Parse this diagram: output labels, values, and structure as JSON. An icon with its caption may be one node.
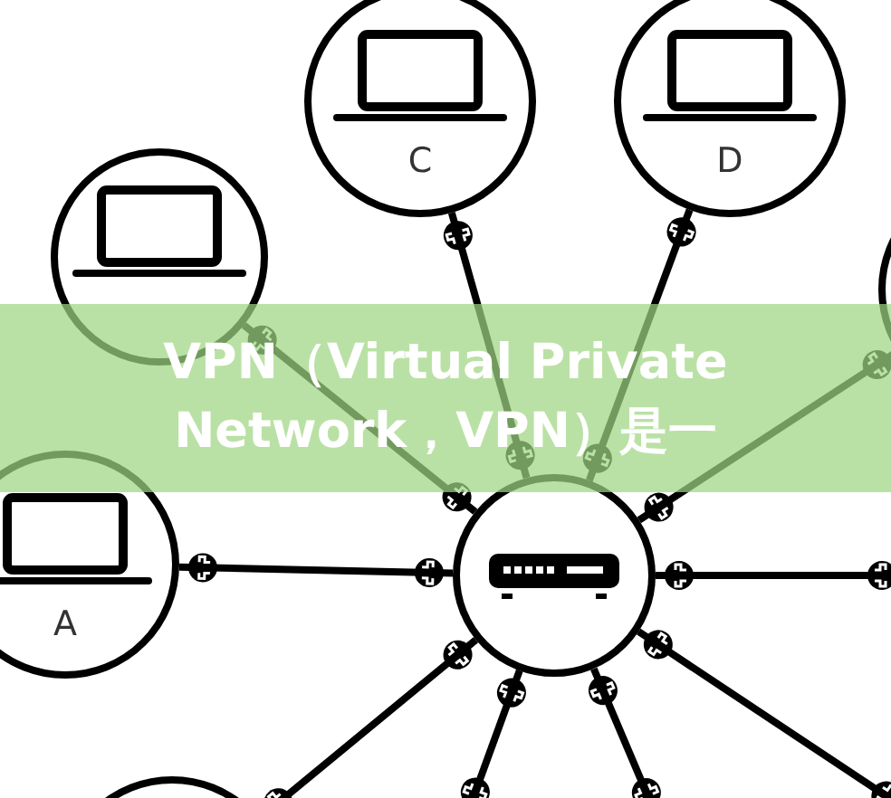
{
  "diagram": {
    "title": "VPN（Virtual Private Network，VPN）是一",
    "nodes": [
      {
        "text": [],
        "shape": "circle"
      },
      {
        "text": [
          "C"
        ]
      },
      {
        "text": [
          "D"
        ]
      },
      {
        "text": [],
        "shape": "circle"
      },
      {
        "text": [
          "A"
        ]
      },
      {
        "text": [],
        "shape": "circle"
      },
      {
        "text": [],
        "shape": "circle"
      }
    ],
    "edges": [
      {
        "from": 5,
        "to": 0,
        "arrow": "other"
      },
      {
        "from": 5,
        "to": 1,
        "arrow": "other"
      },
      {
        "from": 5,
        "to": 2,
        "arrow": "other"
      },
      {
        "from": 5,
        "to": 3,
        "arrow": "other"
      },
      {
        "from": 5,
        "to": 4,
        "arrow": "other"
      },
      {
        "from": 5,
        "to": null,
        "arrow": "other"
      },
      {
        "from": 5,
        "to": 6,
        "arrow": "other"
      },
      {
        "from": 5,
        "to": null,
        "arrow": "other"
      },
      {
        "from": 5,
        "to": null,
        "arrow": "other"
      },
      {
        "from": 5,
        "to": null,
        "arrow": "other"
      }
    ]
  }
}
